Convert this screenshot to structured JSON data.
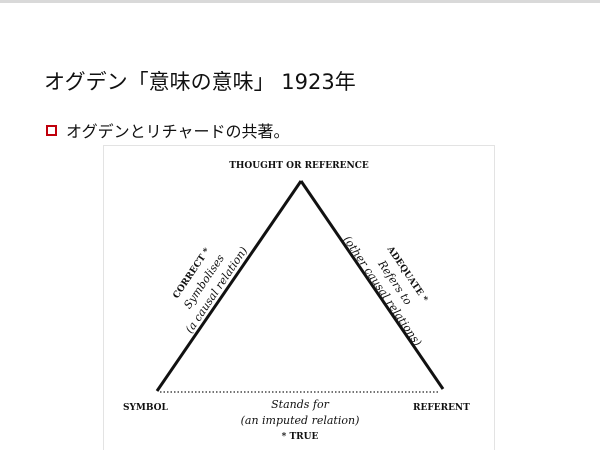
{
  "slide": {
    "title": "オグデン「意味の意味」 1923年",
    "bullet": "オグデンとリチャードの共著。"
  },
  "diagram": {
    "apex_label": "THOUGHT OR REFERENCE",
    "left_label": "SYMBOL",
    "right_label": "REFERENT",
    "left_side": {
      "tag": "CORRECT *",
      "line1": "Symbolises",
      "line2": "(a causal relation)"
    },
    "right_side": {
      "tag": "ADEQUATE *",
      "line1": "Refers to",
      "line2": "(other causal relations)"
    },
    "base": {
      "line1": "Stands for",
      "line2": "(an imputed relation)",
      "tag": "* TRUE"
    }
  },
  "colors": {
    "accent": "#c0000c"
  }
}
